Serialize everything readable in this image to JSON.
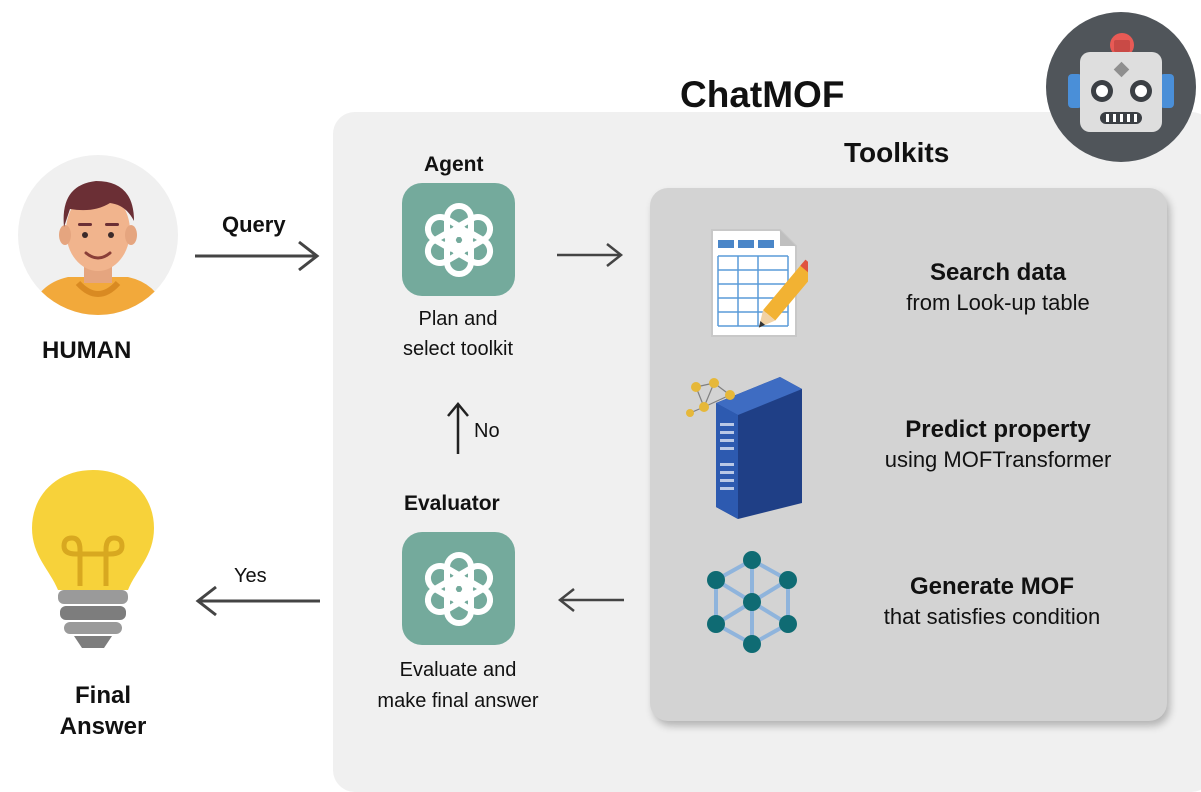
{
  "title": "ChatMOF",
  "human": {
    "label": "HUMAN"
  },
  "query_label": "Query",
  "agent": {
    "title": "Agent",
    "desc_line1": "Plan and",
    "desc_line2": "select toolkit"
  },
  "no_label": "No",
  "evaluator": {
    "title": "Evaluator",
    "desc_line1": "Evaluate and",
    "desc_line2": "make final answer"
  },
  "yes_label": "Yes",
  "final_answer": {
    "line1": "Final",
    "line2": "Answer"
  },
  "toolkits": {
    "title": "Toolkits",
    "items": [
      {
        "title": "Search data",
        "subtitle": "from Look-up table",
        "icon": "table-pencil-icon"
      },
      {
        "title": "Predict property",
        "subtitle": "using MOFTransformer",
        "icon": "server-icon"
      },
      {
        "title": "Generate MOF",
        "subtitle": "that satisfies condition",
        "icon": "molecule-icon"
      }
    ]
  },
  "colors": {
    "panel": "#f0f0f0",
    "toolkit_panel": "#d3d3d3",
    "openai_tile": "#74aa9c",
    "node_teal": "#0f6b73",
    "robot_dark": "#50555a"
  }
}
